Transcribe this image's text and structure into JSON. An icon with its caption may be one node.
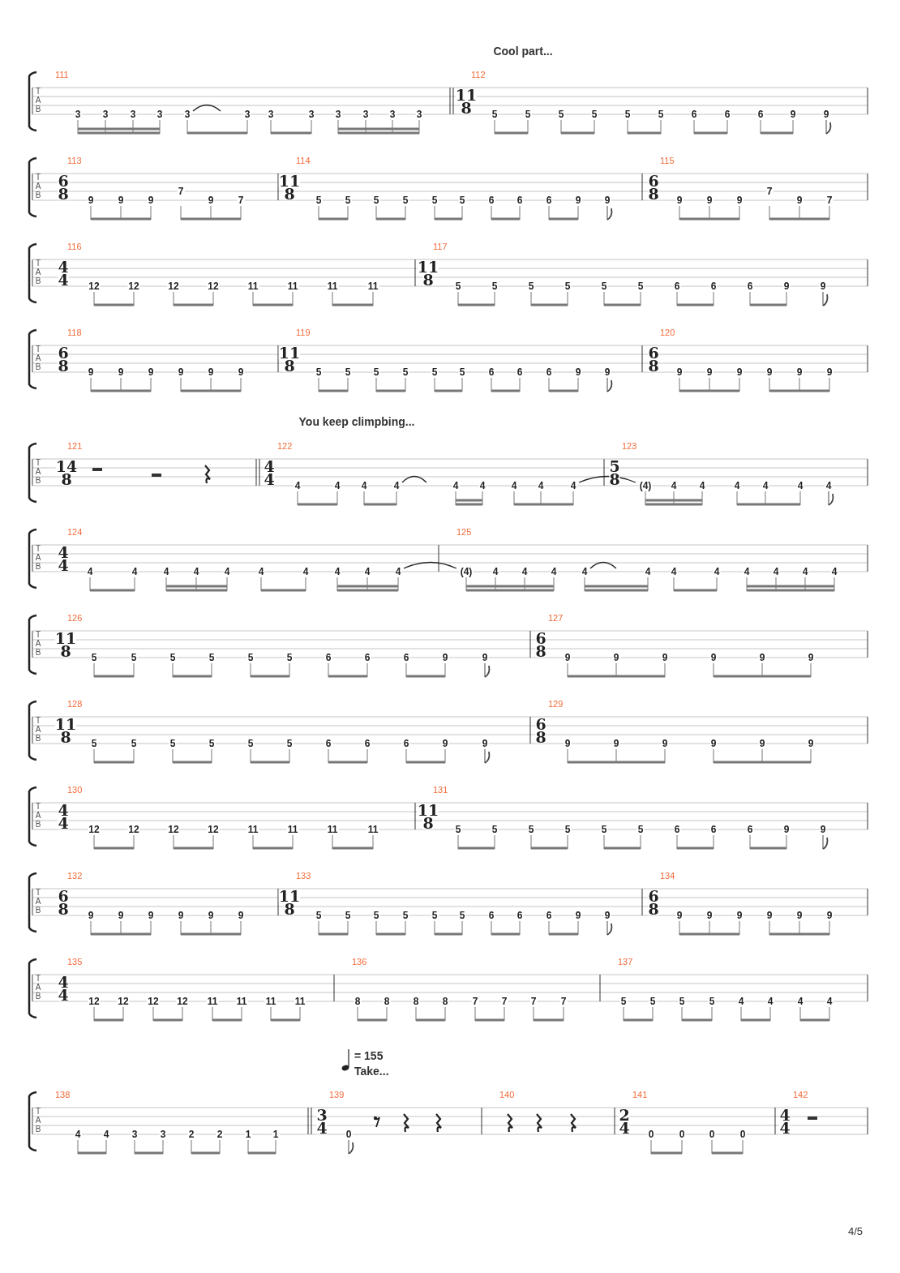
{
  "diagram": {
    "labels": [
      "Cool part...",
      "T",
      "A",
      "B",
      "111",
      "3",
      "3",
      "3",
      "3",
      "3",
      "3",
      "3",
      "3",
      "3",
      "3",
      "3",
      "3",
      "112",
      "11",
      "8",
      "5",
      "5",
      "5",
      "5",
      "5",
      "5",
      "6",
      "6",
      "6",
      "9",
      "9",
      "T",
      "A",
      "B",
      "113",
      "6",
      "8",
      "9",
      "9",
      "9",
      "7",
      "9",
      "7",
      "114",
      "11",
      "8",
      "5",
      "5",
      "5",
      "5",
      "5",
      "5",
      "6",
      "6",
      "6",
      "9",
      "9",
      "115",
      "6",
      "8",
      "9",
      "9",
      "9",
      "7",
      "9",
      "7",
      "T",
      "A",
      "B",
      "116",
      "4",
      "4",
      "12",
      "12",
      "12",
      "12",
      "11",
      "11",
      "11",
      "11",
      "117",
      "11",
      "8",
      "5",
      "5",
      "5",
      "5",
      "5",
      "5",
      "6",
      "6",
      "6",
      "9",
      "9",
      "T",
      "A",
      "B",
      "118",
      "6",
      "8",
      "9",
      "9",
      "9",
      "9",
      "9",
      "9",
      "119",
      "11",
      "8",
      "5",
      "5",
      "5",
      "5",
      "5",
      "5",
      "6",
      "6",
      "6",
      "9",
      "9",
      "120",
      "6",
      "8",
      "9",
      "9",
      "9",
      "9",
      "9",
      "9",
      "You keep climpbing...",
      "T",
      "A",
      "B",
      "121",
      "14",
      "8",
      "122",
      "4",
      "4",
      "4",
      "4",
      "4",
      "4",
      "4",
      "4",
      "4",
      "4",
      "4",
      "123",
      "5",
      "8",
      "(4)",
      "4",
      "4",
      "4",
      "4",
      "4",
      "4",
      "T",
      "A",
      "B",
      "124",
      "4",
      "4",
      "4",
      "4",
      "4",
      "4",
      "4",
      "4",
      "4",
      "4",
      "4",
      "4",
      "125",
      "(4)",
      "4",
      "4",
      "4",
      "4",
      "4",
      "4",
      "4",
      "4",
      "4",
      "4",
      "4",
      "T",
      "A",
      "B",
      "126",
      "11",
      "8",
      "5",
      "5",
      "5",
      "5",
      "5",
      "5",
      "6",
      "6",
      "6",
      "9",
      "9",
      "127",
      "6",
      "8",
      "9",
      "9",
      "9",
      "9",
      "9",
      "9",
      "T",
      "A",
      "B",
      "128",
      "11",
      "8",
      "5",
      "5",
      "5",
      "5",
      "5",
      "5",
      "6",
      "6",
      "6",
      "9",
      "9",
      "129",
      "6",
      "8",
      "9",
      "9",
      "9",
      "9",
      "9",
      "9",
      "T",
      "A",
      "B",
      "130",
      "4",
      "4",
      "12",
      "12",
      "12",
      "12",
      "11",
      "11",
      "11",
      "11",
      "131",
      "11",
      "8",
      "5",
      "5",
      "5",
      "5",
      "5",
      "5",
      "6",
      "6",
      "6",
      "9",
      "9",
      "T",
      "A",
      "B",
      "132",
      "6",
      "8",
      "9",
      "9",
      "9",
      "9",
      "9",
      "9",
      "133",
      "11",
      "8",
      "5",
      "5",
      "5",
      "5",
      "5",
      "5",
      "6",
      "6",
      "6",
      "9",
      "9",
      "134",
      "6",
      "8",
      "9",
      "9",
      "9",
      "9",
      "9",
      "9",
      "T",
      "A",
      "B",
      "135",
      "4",
      "4",
      "12",
      "12",
      "12",
      "12",
      "11",
      "11",
      "11",
      "11",
      "136",
      "8",
      "8",
      "8",
      "8",
      "7",
      "7",
      "7",
      "7",
      "137",
      "5",
      "5",
      "5",
      "5",
      "4",
      "4",
      "4",
      "4",
      "= 155",
      "Take...",
      "T",
      "A",
      "B",
      "138",
      "4",
      "4",
      "3",
      "3",
      "2",
      "2",
      "1",
      "1",
      "139",
      "3",
      "4",
      "0",
      "140",
      "141",
      "2",
      "4",
      "0",
      "0",
      "0",
      "0",
      "142",
      "4",
      "4",
      "4/5"
    ]
  }
}
